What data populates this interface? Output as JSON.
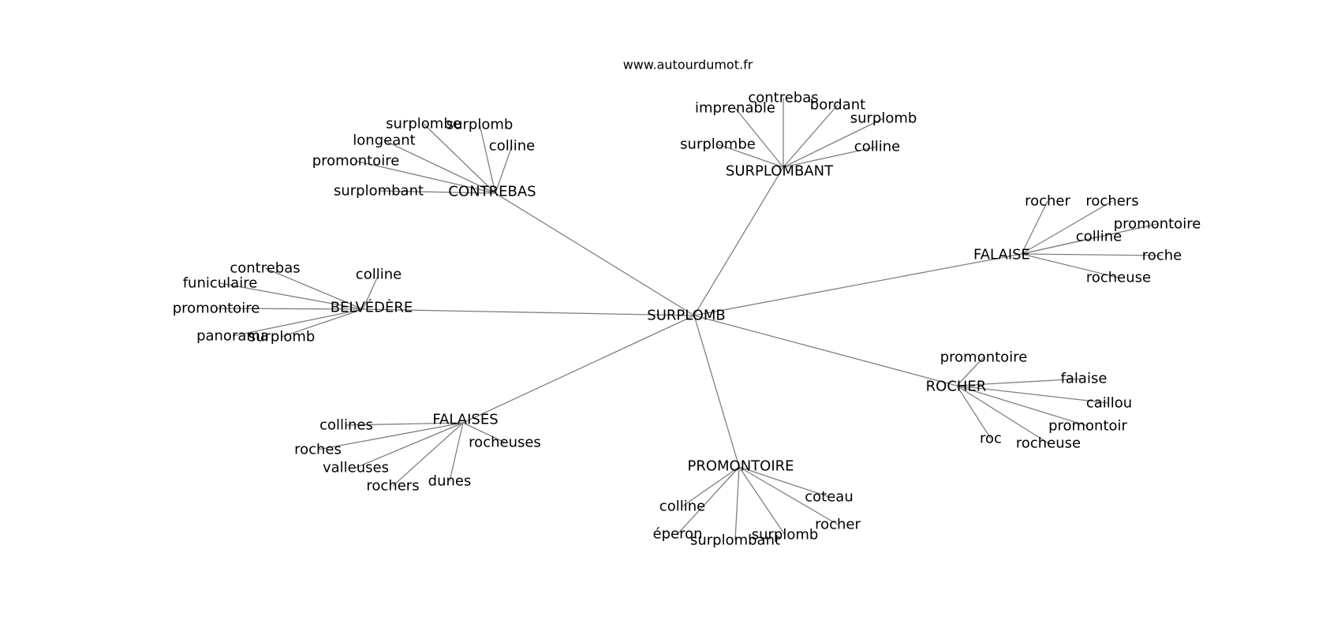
{
  "source": "www.autourdumot.fr",
  "edge_color": "#808080",
  "center": "SURPLOMB",
  "groups": [
    {
      "label": "CONTREBAS",
      "words": [
        "surplombe",
        "surplomb",
        "longeant",
        "colline",
        "promontoire",
        "surplombant"
      ]
    },
    {
      "label": "SURPLOMBANT",
      "words": [
        "contrebas",
        "imprenable",
        "bordant",
        "surplomb",
        "surplombe",
        "colline"
      ]
    },
    {
      "label": "FALAISE",
      "words": [
        "rocher",
        "rochers",
        "promontoire",
        "colline",
        "roche",
        "rocheuse"
      ]
    },
    {
      "label": "BELVÉDÈRE",
      "words": [
        "contrebas",
        "funiculaire",
        "colline",
        "promontoire",
        "panorama",
        "surplomb"
      ]
    },
    {
      "label": "ROCHER",
      "words": [
        "promontoire",
        "falaise",
        "caillou",
        "promontoir",
        "rocheuse",
        "roc"
      ]
    },
    {
      "label": "FALAISES",
      "words": [
        "collines",
        "roches",
        "rocheuses",
        "valleuses",
        "dunes",
        "rochers"
      ]
    },
    {
      "label": "PROMONTOIRE",
      "words": [
        "coteau",
        "colline",
        "rocher",
        "éperon",
        "surplomb",
        "surplombant"
      ]
    }
  ]
}
